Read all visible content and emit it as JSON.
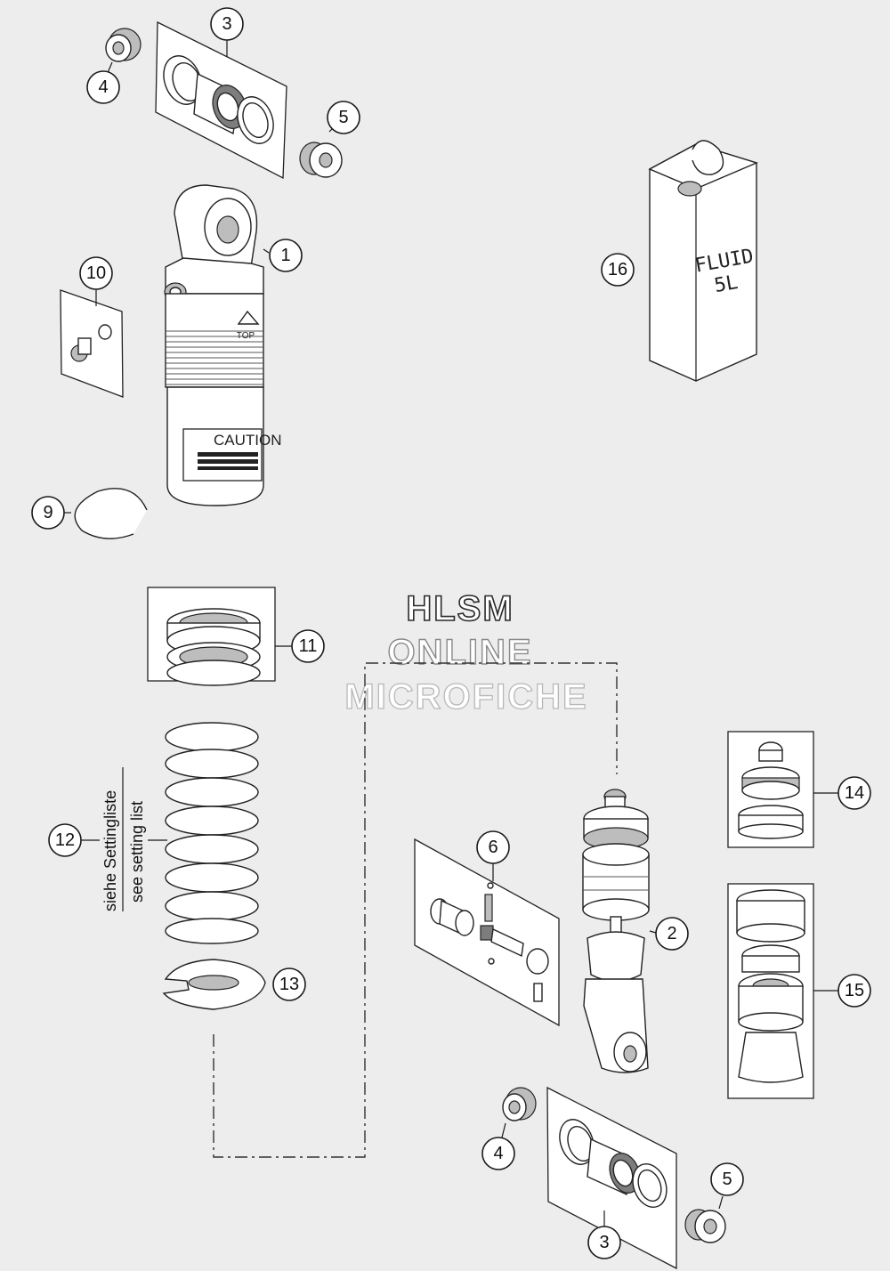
{
  "watermark": {
    "line1": "HLSM",
    "line2": "ONLINE",
    "line3": "MICROFICHE"
  },
  "labels": {
    "caution": "CAUTION",
    "fluid_line1": "FLUID",
    "fluid_line2": "5L",
    "top_marking": "TOP",
    "setting_de": "siehe Settingliste",
    "setting_en": "see setting list"
  },
  "callouts": [
    "1",
    "2",
    "3",
    "3",
    "4",
    "4",
    "5",
    "5",
    "6",
    "9",
    "10",
    "11",
    "12",
    "13",
    "14",
    "15",
    "16"
  ]
}
